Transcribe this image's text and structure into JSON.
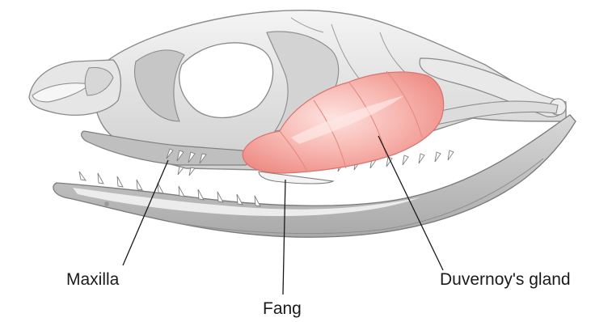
{
  "labels": {
    "maxilla": "Maxilla",
    "fang": "Fang",
    "gland": "Duvernoy's gland"
  },
  "colors": {
    "bone_fill": "#e4e4e4",
    "bone_light": "#efefef",
    "bone_dark": "#b9b9b9",
    "bone_outline": "#8a8a8a",
    "gland_fill": "#f6a9a4",
    "gland_outline": "#d9736d",
    "label_text": "#1a1a1a"
  }
}
